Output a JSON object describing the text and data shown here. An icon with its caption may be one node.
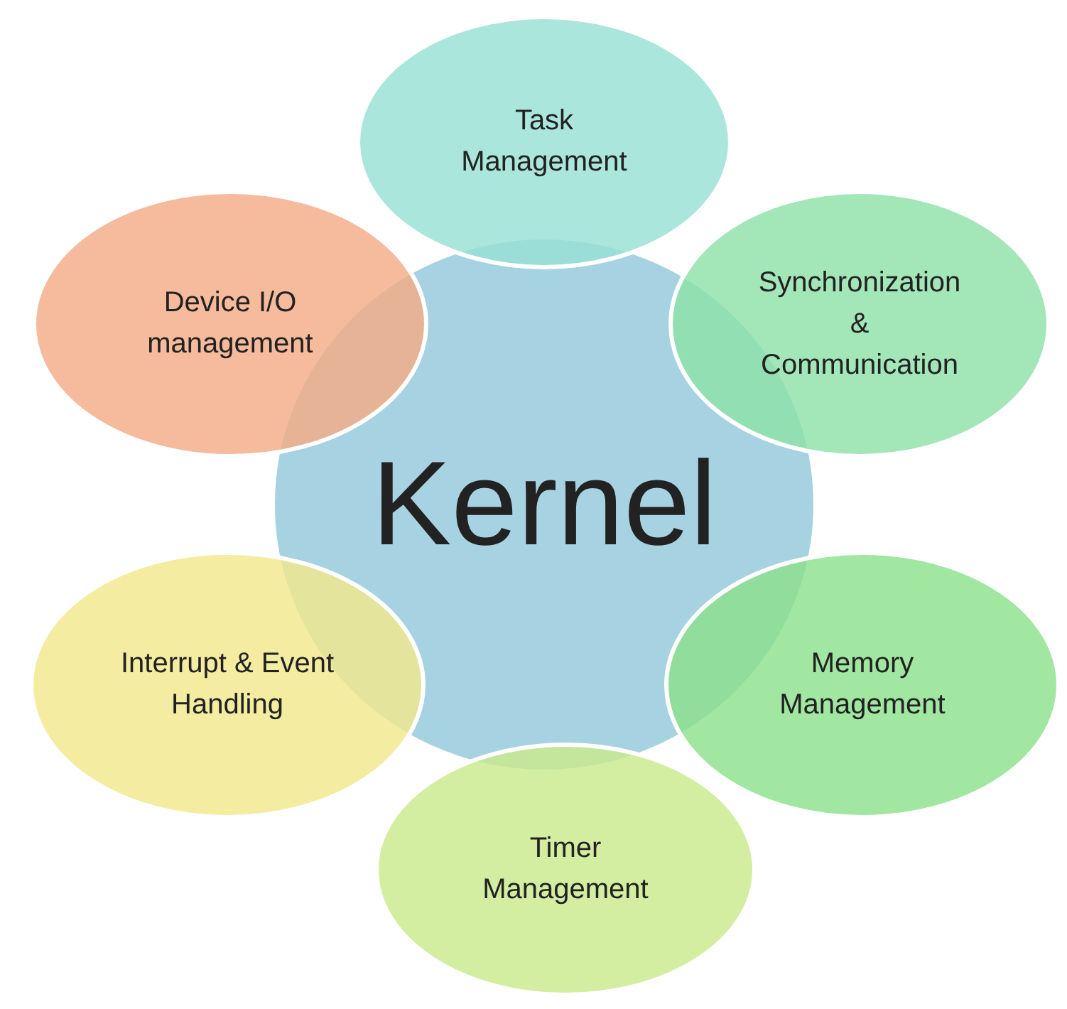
{
  "diagram": {
    "nodes": [
      {
        "text": [
          "Kernel"
        ]
      },
      {
        "text": [
          "Task Management"
        ]
      },
      {
        "text": [
          "Synchronization & Communication"
        ]
      },
      {
        "text": [
          "Memory Management"
        ]
      },
      {
        "text": [
          "Timer Management"
        ]
      },
      {
        "text": [
          "Interrupt & Event Handling"
        ]
      },
      {
        "text": [
          "Device I/O management"
        ]
      }
    ]
  }
}
